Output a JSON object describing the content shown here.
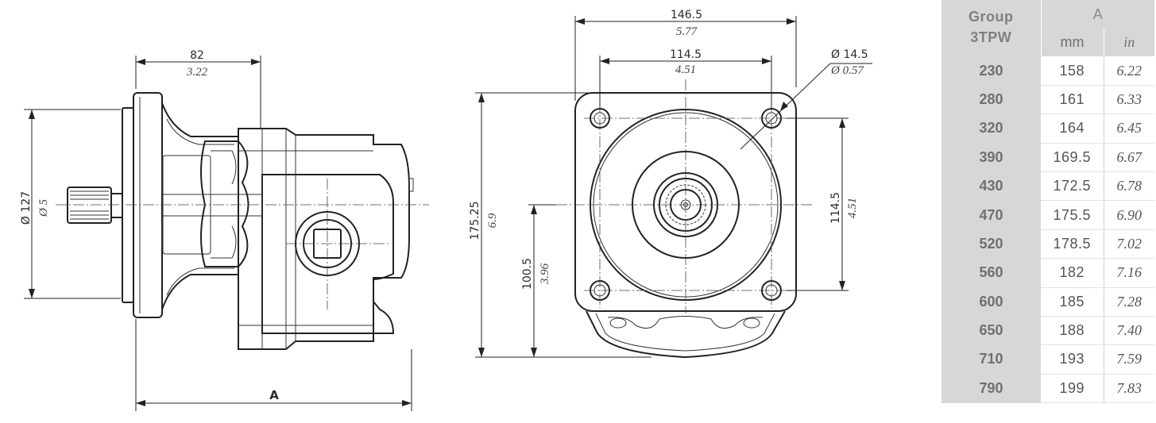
{
  "side_view": {
    "width_dim": {
      "mm": "82",
      "in": "3.22"
    },
    "flange_dim": {
      "mm": "Ø 127",
      "in": "Ø 5"
    },
    "length_dim": {
      "label": "A"
    }
  },
  "front_view": {
    "overall_width": {
      "mm": "146.5",
      "in": "5.77"
    },
    "bolt_spacing": {
      "mm": "114.5",
      "in": "4.51"
    },
    "hole_dia": {
      "mm": "Ø 14.5",
      "in": "Ø 0.57"
    },
    "overall_height": {
      "mm": "175.25",
      "in": "6.9"
    },
    "shaft_height": {
      "mm": "100.5",
      "in": "3.96"
    },
    "bolt_spacing_v": {
      "mm": "114.5",
      "in": "4.51"
    }
  },
  "table": {
    "group_header": [
      "Group",
      "3TPW"
    ],
    "a_header": "A",
    "mm_header": "mm",
    "in_header": "in",
    "rows": [
      {
        "group": "230",
        "mm": "158",
        "in": "6.22"
      },
      {
        "group": "280",
        "mm": "161",
        "in": "6.33"
      },
      {
        "group": "320",
        "mm": "164",
        "in": "6.45"
      },
      {
        "group": "390",
        "mm": "169.5",
        "in": "6.67"
      },
      {
        "group": "430",
        "mm": "172.5",
        "in": "6.78"
      },
      {
        "group": "470",
        "mm": "175.5",
        "in": "6.90"
      },
      {
        "group": "520",
        "mm": "178.5",
        "in": "7.02"
      },
      {
        "group": "560",
        "mm": "182",
        "in": "7.16"
      },
      {
        "group": "600",
        "mm": "185",
        "in": "7.28"
      },
      {
        "group": "650",
        "mm": "188",
        "in": "7.40"
      },
      {
        "group": "710",
        "mm": "193",
        "in": "7.59"
      },
      {
        "group": "790",
        "mm": "199",
        "in": "7.83"
      }
    ]
  }
}
